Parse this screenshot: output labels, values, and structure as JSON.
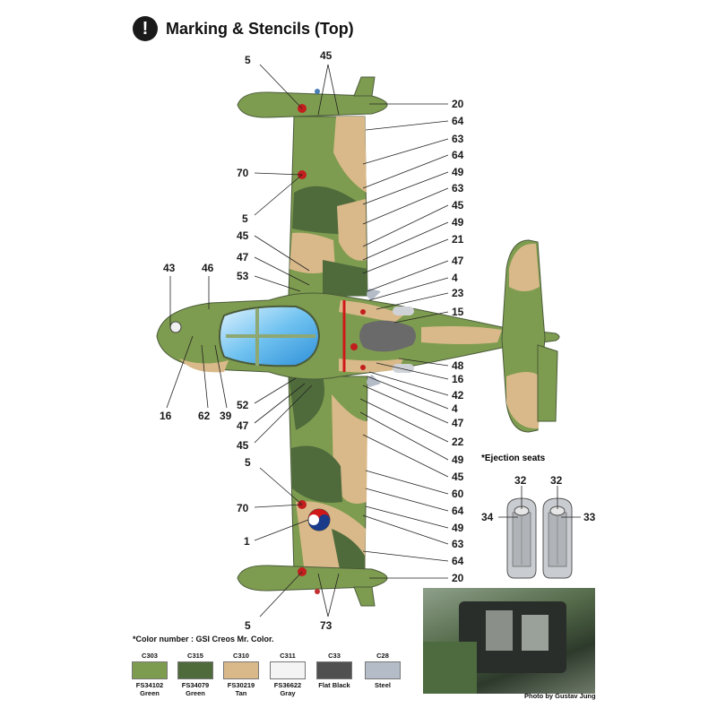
{
  "header": {
    "title": "Marking & Stencils (Top)",
    "icon": "exclamation-icon"
  },
  "callouts": {
    "wing_top_5": "5",
    "wing_top_45": "45",
    "r20a": "20",
    "r64a": "64",
    "r63a": "63",
    "r64b": "64",
    "r49a": "49",
    "r63b": "63",
    "r45a": "45",
    "r49b": "49",
    "r21": "21",
    "r47a": "47",
    "r4a": "4",
    "r23": "23",
    "r15": "15",
    "r48": "48",
    "r16": "16",
    "r42": "42",
    "r4b": "4",
    "r47b": "47",
    "r22": "22",
    "r49c": "49",
    "r45b": "45",
    "r60": "60",
    "r64c": "64",
    "r49d": "49",
    "r63c": "63",
    "r64d": "64",
    "r20b": "20",
    "l70a": "70",
    "l5a": "5",
    "l45a": "45",
    "l47a": "47",
    "l53": "53",
    "l43": "43",
    "l46": "46",
    "l16": "16",
    "l62": "62",
    "l39": "39",
    "l52": "52",
    "l47b": "47",
    "l45b": "45",
    "l5b": "5",
    "l70b": "70",
    "l1": "1",
    "l5c": "5",
    "b73": "73"
  },
  "seats": {
    "caption": "*Ejection seats",
    "left_top": "32",
    "right_top": "32",
    "left_side": "34",
    "right_side": "33"
  },
  "color_note": "*Color number : GSI Creos Mr. Color.",
  "swatches": [
    {
      "code": "C303",
      "fs": "FS34102",
      "name": "Green",
      "color": "#7e9c4f"
    },
    {
      "code": "C315",
      "fs": "FS34079",
      "name": "Green",
      "color": "#4f6b3c"
    },
    {
      "code": "C310",
      "fs": "FS30219",
      "name": "Tan",
      "color": "#d9b98a"
    },
    {
      "code": "C311",
      "fs": "FS36622",
      "name": "Gray",
      "color": "#f4f4f4"
    },
    {
      "code": "C33",
      "fs": "",
      "name": "Flat Black",
      "color": "#505050"
    },
    {
      "code": "C28",
      "fs": "",
      "name": "Steel",
      "color": "#b4bcc8"
    }
  ],
  "photo": {
    "credit": "Photo by Gustav Jung"
  }
}
